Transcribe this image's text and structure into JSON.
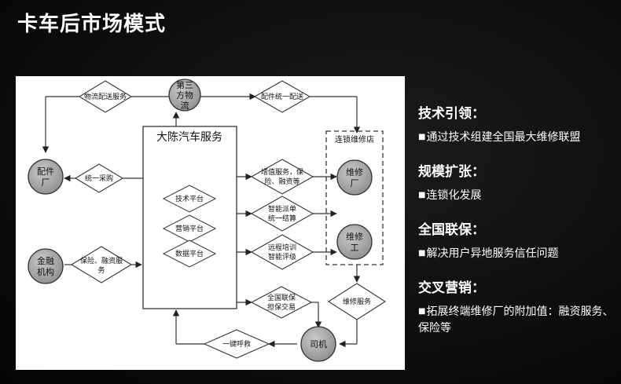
{
  "page": {
    "title": "卡车后市场模式"
  },
  "diagram": {
    "nodes": {
      "third_party": [
        "第三",
        "方物",
        "流"
      ],
      "parts_factory": [
        "配件",
        "厂"
      ],
      "finance": [
        "金融",
        "机构"
      ],
      "repair_factory": [
        "维修",
        "厂"
      ],
      "repair_worker": [
        "维修",
        "工"
      ],
      "driver": "司机"
    },
    "platform": {
      "title": "大陈汽车服务",
      "items": [
        "技术平台",
        "营销平台",
        "数据平台"
      ]
    },
    "chain_store": "连锁维修店",
    "diamonds": {
      "logistics": "物流配送服务",
      "parts_dist": "配件统一配送",
      "unified_purchase": "统一采购",
      "insurance_finance": [
        "保险、融资服",
        "务"
      ],
      "value_added": [
        "增值服务，保",
        "险、融资等"
      ],
      "dispatch": [
        "智能派单",
        "统一结算"
      ],
      "training": [
        "远程培训",
        "智能评级"
      ],
      "guarantee": [
        "全国联保",
        "担保交易"
      ],
      "repair_service": "维修服务",
      "rescue": "一键呼救"
    }
  },
  "sections": [
    {
      "title": "技术引领：",
      "bullet": "■",
      "text": "通过技术组建全国最大维修联盟"
    },
    {
      "title": "规模扩张：",
      "bullet": "■",
      "text": "连锁化发展"
    },
    {
      "title": "全国联保：",
      "bullet": "■",
      "text": "解决用户异地服务信任问题"
    },
    {
      "title": "交叉营销：",
      "bullet": "■",
      "text": "拓展终端维修厂的附加值：融资服务、保险等"
    }
  ]
}
